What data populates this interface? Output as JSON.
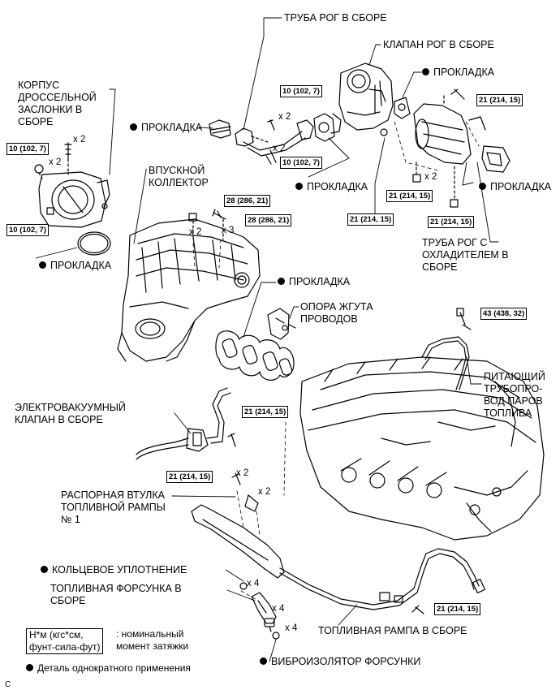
{
  "labels": {
    "throttle_body": "КОРПУС\nДРОССЕЛЬНОЙ\nЗАСЛОНКИ В\nСБОРЕ",
    "gasket_throttle": "ПРОКЛАДКА",
    "egr_pipe": "ТРУБА РОГ В СБОРЕ",
    "egr_valve": "КЛАПАН РОГ В СБОРЕ",
    "gasket_egr_top_right": "ПРОКЛАДКА",
    "gasket_egr_left": "ПРОКЛАДКА",
    "gasket_egr_mid": "ПРОКЛАДКА",
    "gasket_egr_cooler": "ПРОКЛАДКА",
    "intake_manifold": "ВПУСКНОЙ\nКОЛЛЕКТОР",
    "egr_cooler_pipe": "ТРУБА РОГ С\nОХЛАДИТЕЛЕМ В\nСБОРЕ",
    "gasket_manifold": "ПРОКЛАДКА",
    "harness_bracket": "ОПОРА ЖГУТА\nПРОВОДОВ",
    "vapor_pipe": "ПИТАЮЩИЙ\nТРУБОПРО-\nВОД ПАРОВ\nТОПЛИВА",
    "vsv": "ЭЛЕКТРОВАКУУМНЫЙ\nКЛАПАН В СБОРЕ",
    "spacer": "РАСПОРНАЯ ВТУЛКА\nТОПЛИВНОЙ РАМПЫ\n№ 1",
    "o_ring": "КОЛЬЦЕВОЕ УПЛОТНЕНИЕ",
    "injector": "ТОПЛИВНАЯ ФОРСУНКА В\nСБОРЕ",
    "fuel_rail": "ТОПЛИВНАЯ РАМПА В СБОРЕ",
    "insulator": "ВИБРОИЗОЛЯТОР ФОРСУНКИ"
  },
  "torques": {
    "t1": "10 (102, 7)",
    "t2": "10 (102, 7)",
    "t3": "10 (102, 7)",
    "t4": "10 (102, 7)",
    "t5": "21 (214, 15)",
    "t6": "21 (214, 15)",
    "t7": "21 (214, 15)",
    "t8": "21 (214, 15)",
    "t9": "28 (286, 21)",
    "t10": "28 (286, 21)",
    "t11": "43 (438, 32)",
    "t12": "21 (214, 15)",
    "t13": "21 (214, 15)",
    "t14": "21 (214, 15)"
  },
  "quantities": {
    "q1": "x 2",
    "q2": "x 2",
    "q3": "x 2",
    "q4": "x 2",
    "q5": "x 2",
    "q6": "x 2",
    "q7": "x 3",
    "q8": "x 2",
    "q9": "x 2",
    "q10": "x 4",
    "q11": "x 4",
    "q12": "x 4"
  },
  "legend": {
    "torque_box": "Н*м (кгс*см,\nфунт-сила-фут)",
    "torque_desc": ": номинальный\nмомент затяжки",
    "non_reusable": "Деталь однократного применения"
  },
  "figure_code": "C"
}
